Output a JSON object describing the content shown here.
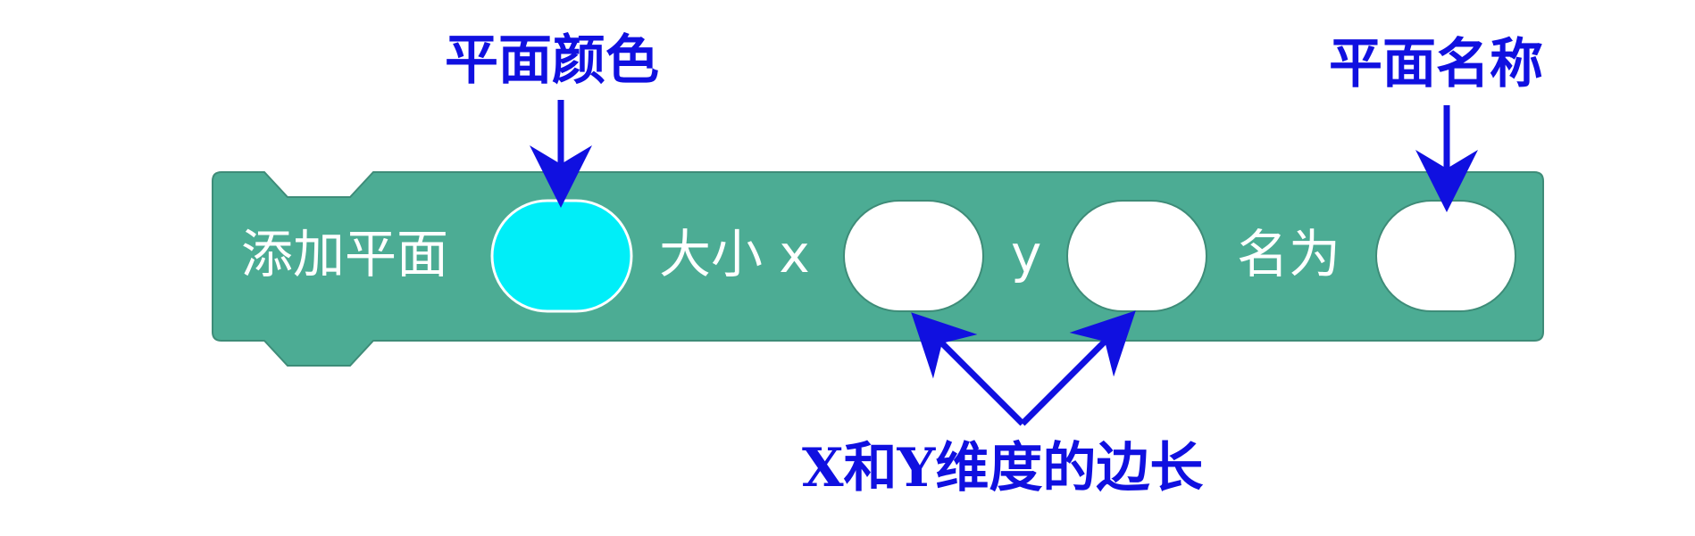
{
  "annotations": {
    "color_label": "平面颜色",
    "name_label": "平面名称",
    "size_label": "X和Y维度的边长"
  },
  "block": {
    "label_add": "添加平面",
    "label_size": "大小 x",
    "label_y": "y",
    "label_name": "名为",
    "color_value": "",
    "x_value": "",
    "y_value": "",
    "name_value": ""
  },
  "colors": {
    "block_fill": "#4CAC94",
    "block_border": "#3E8C78",
    "color_swatch": "#00EEF8",
    "annotation": "#1010E0"
  }
}
